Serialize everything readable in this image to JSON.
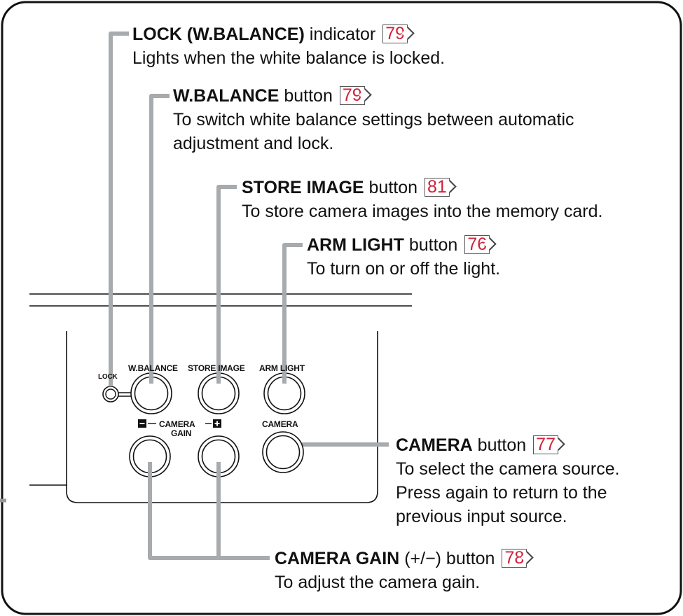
{
  "callouts": {
    "lock": {
      "name": "LOCK (W.BALANCE)",
      "suffix": " indicator",
      "page": "79",
      "desc": [
        "Lights when the white balance is locked."
      ]
    },
    "wbalance": {
      "name": "W.BALANCE",
      "suffix": " button",
      "page": "79",
      "desc": [
        "To switch white balance settings between automatic",
        "adjustment and lock."
      ]
    },
    "store": {
      "name": "STORE IMAGE",
      "suffix": " button",
      "page": "81",
      "desc": [
        "To store camera images into the memory card."
      ]
    },
    "armlight": {
      "name": "ARM LIGHT",
      "suffix": " button",
      "page": "76",
      "desc": [
        "To turn on or off the light."
      ]
    },
    "camera": {
      "name": "CAMERA",
      "suffix": " button",
      "page": "77",
      "desc": [
        "To select the camera source.",
        "Press again to return to the",
        "previous input source."
      ]
    },
    "gain": {
      "name": "CAMERA GAIN",
      "suffix": " (+/−) button",
      "page": "78",
      "desc": [
        "To adjust the camera gain."
      ]
    }
  },
  "panel": {
    "lock_label": "LOCK",
    "wbalance_label": "W.BALANCE",
    "store_label": "STORE IMAGE",
    "armlight_label": "ARM LIGHT",
    "camera_label": "CAMERA",
    "gain_label_top": "CAMERA",
    "gain_label_bottom": "GAIN"
  },
  "colors": {
    "leader": "#a8abae",
    "pageref": "#d0213a",
    "frame": "#111111"
  }
}
